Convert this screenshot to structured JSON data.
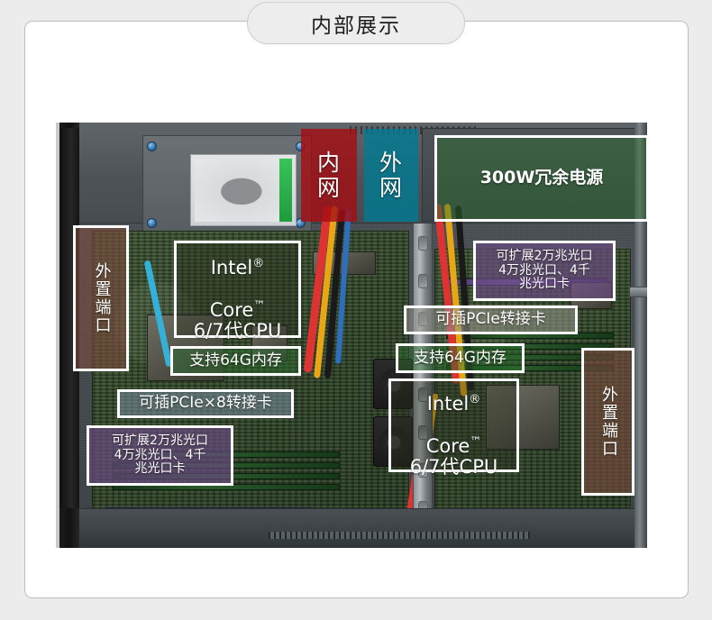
{
  "page": {
    "background_color": "#ececec",
    "card_background": "#ffffff",
    "card_border_color": "#bdbdbd"
  },
  "header": {
    "title": "内部展示",
    "pill_background": "#ededed",
    "pill_border": "#cfcfcf"
  },
  "photo": {
    "subject": "server-chassis-internal-view",
    "alt": "2U 服务器机箱内部结构展示"
  },
  "annotations": {
    "inner_network": {
      "label": "内\n网",
      "color": "#a50c12",
      "name": "inner-network-overlay"
    },
    "outer_network": {
      "label": "外\n网",
      "color": "#007a92",
      "name": "outer-network-overlay"
    },
    "power_supply": {
      "label": "300W冗余电源",
      "color": "#2a6e2d",
      "name": "power-supply-callout"
    },
    "ports_left": {
      "label": "外置端口",
      "color": "#7a4a3e",
      "name": "external-ports-left-callout"
    },
    "ports_right": {
      "label": "外置端口",
      "color": "#7a4a3e",
      "name": "external-ports-right-callout"
    },
    "cpu_left": {
      "line1": "Intel",
      "sup1": "®",
      "line2": "Core",
      "sup2": "™",
      "line3": "6/7代CPU",
      "name": "cpu-left-callout"
    },
    "cpu_right": {
      "line1": "Intel",
      "sup1": "®",
      "line2": "Core",
      "sup2": "™",
      "line3": "6/7代CPU",
      "name": "cpu-right-callout"
    },
    "memory_left": {
      "label": "支持64G内存",
      "color": "#2a6e2d",
      "name": "memory-left-callout"
    },
    "memory_right": {
      "label": "支持64G内存",
      "color": "#2a6e2d",
      "name": "memory-right-callout"
    },
    "pcie_left": {
      "label": "可插PCIe×8转接卡",
      "name": "pcie-x8-riser-callout"
    },
    "pcie_right": {
      "label": "可插PCIe转接卡",
      "name": "pcie-riser-callout"
    },
    "fiber_left": {
      "label": "可扩展2万兆光口\n4万兆光口、4千\n兆光口卡",
      "color": "#684a80",
      "name": "fiber-expansion-left-callout"
    },
    "fiber_right": {
      "label": "可扩展2万兆光口\n4万兆光口、4千\n兆光口卡",
      "color": "#684a80",
      "name": "fiber-expansion-right-callout"
    }
  }
}
